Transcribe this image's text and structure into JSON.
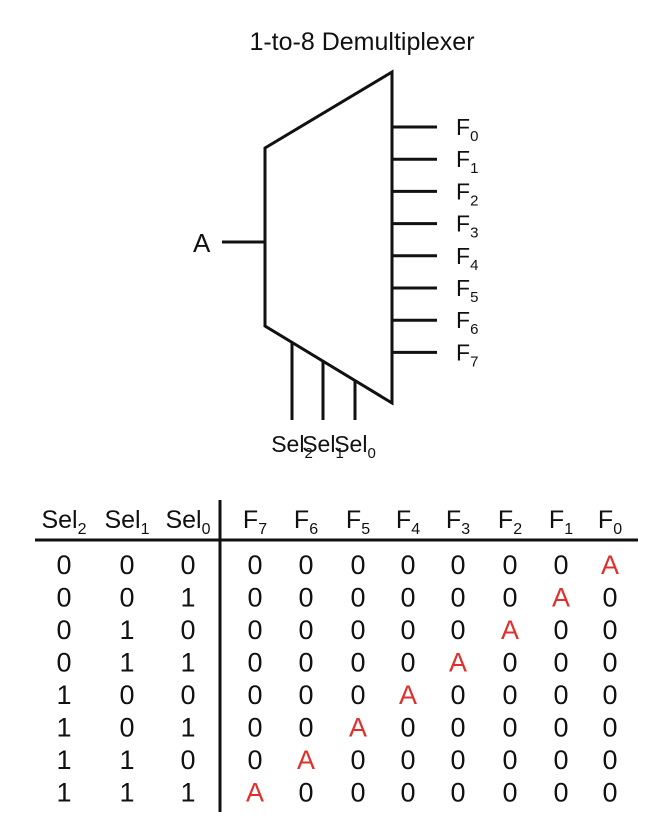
{
  "diagram": {
    "title": "1-to-8 Demultiplexer",
    "input_label": "A",
    "outputs": [
      {
        "base": "F",
        "sub": "0"
      },
      {
        "base": "F",
        "sub": "1"
      },
      {
        "base": "F",
        "sub": "2"
      },
      {
        "base": "F",
        "sub": "3"
      },
      {
        "base": "F",
        "sub": "4"
      },
      {
        "base": "F",
        "sub": "5"
      },
      {
        "base": "F",
        "sub": "6"
      },
      {
        "base": "F",
        "sub": "7"
      }
    ],
    "selects": [
      {
        "base": "Sel",
        "sub": "2"
      },
      {
        "base": "Sel",
        "sub": "1"
      },
      {
        "base": "Sel",
        "sub": "0"
      }
    ]
  },
  "table": {
    "sel_headers": [
      {
        "base": "Sel",
        "sub": "2"
      },
      {
        "base": "Sel",
        "sub": "1"
      },
      {
        "base": "Sel",
        "sub": "0"
      }
    ],
    "out_headers": [
      {
        "base": "F",
        "sub": "7"
      },
      {
        "base": "F",
        "sub": "6"
      },
      {
        "base": "F",
        "sub": "5"
      },
      {
        "base": "F",
        "sub": "4"
      },
      {
        "base": "F",
        "sub": "3"
      },
      {
        "base": "F",
        "sub": "2"
      },
      {
        "base": "F",
        "sub": "1"
      },
      {
        "base": "F",
        "sub": "0"
      }
    ],
    "rows": [
      {
        "sel": [
          "0",
          "0",
          "0"
        ],
        "out": [
          "0",
          "0",
          "0",
          "0",
          "0",
          "0",
          "0",
          "A"
        ]
      },
      {
        "sel": [
          "0",
          "0",
          "1"
        ],
        "out": [
          "0",
          "0",
          "0",
          "0",
          "0",
          "0",
          "A",
          "0"
        ]
      },
      {
        "sel": [
          "0",
          "1",
          "0"
        ],
        "out": [
          "0",
          "0",
          "0",
          "0",
          "0",
          "A",
          "0",
          "0"
        ]
      },
      {
        "sel": [
          "0",
          "1",
          "1"
        ],
        "out": [
          "0",
          "0",
          "0",
          "0",
          "A",
          "0",
          "0",
          "0"
        ]
      },
      {
        "sel": [
          "1",
          "0",
          "0"
        ],
        "out": [
          "0",
          "0",
          "0",
          "A",
          "0",
          "0",
          "0",
          "0"
        ]
      },
      {
        "sel": [
          "1",
          "0",
          "1"
        ],
        "out": [
          "0",
          "0",
          "A",
          "0",
          "0",
          "0",
          "0",
          "0"
        ]
      },
      {
        "sel": [
          "1",
          "1",
          "0"
        ],
        "out": [
          "0",
          "A",
          "0",
          "0",
          "0",
          "0",
          "0",
          "0"
        ]
      },
      {
        "sel": [
          "1",
          "1",
          "1"
        ],
        "out": [
          "A",
          "0",
          "0",
          "0",
          "0",
          "0",
          "0",
          "0"
        ]
      }
    ],
    "highlight_value": "A",
    "highlight_color": "#e0302b"
  }
}
